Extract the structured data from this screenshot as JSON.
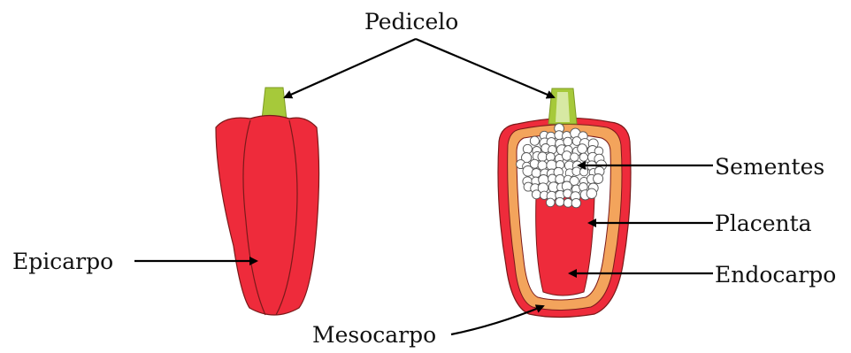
{
  "labels": {
    "pedicelo": "Pedicelo",
    "epicarpo": "Epicarpo",
    "sementes": "Sementes",
    "placenta": "Placenta",
    "endocarpo": "Endocarpo",
    "mesocarpo": "Mesocarpo"
  },
  "colors": {
    "skin": "#ee2b3b",
    "outline": "#7a1a1a",
    "stem": "#a6c93a",
    "stem_section": "#d7e9a3",
    "mesocarp": "#f3a45c",
    "arrow": "#000000",
    "seed": "#ffffff"
  }
}
